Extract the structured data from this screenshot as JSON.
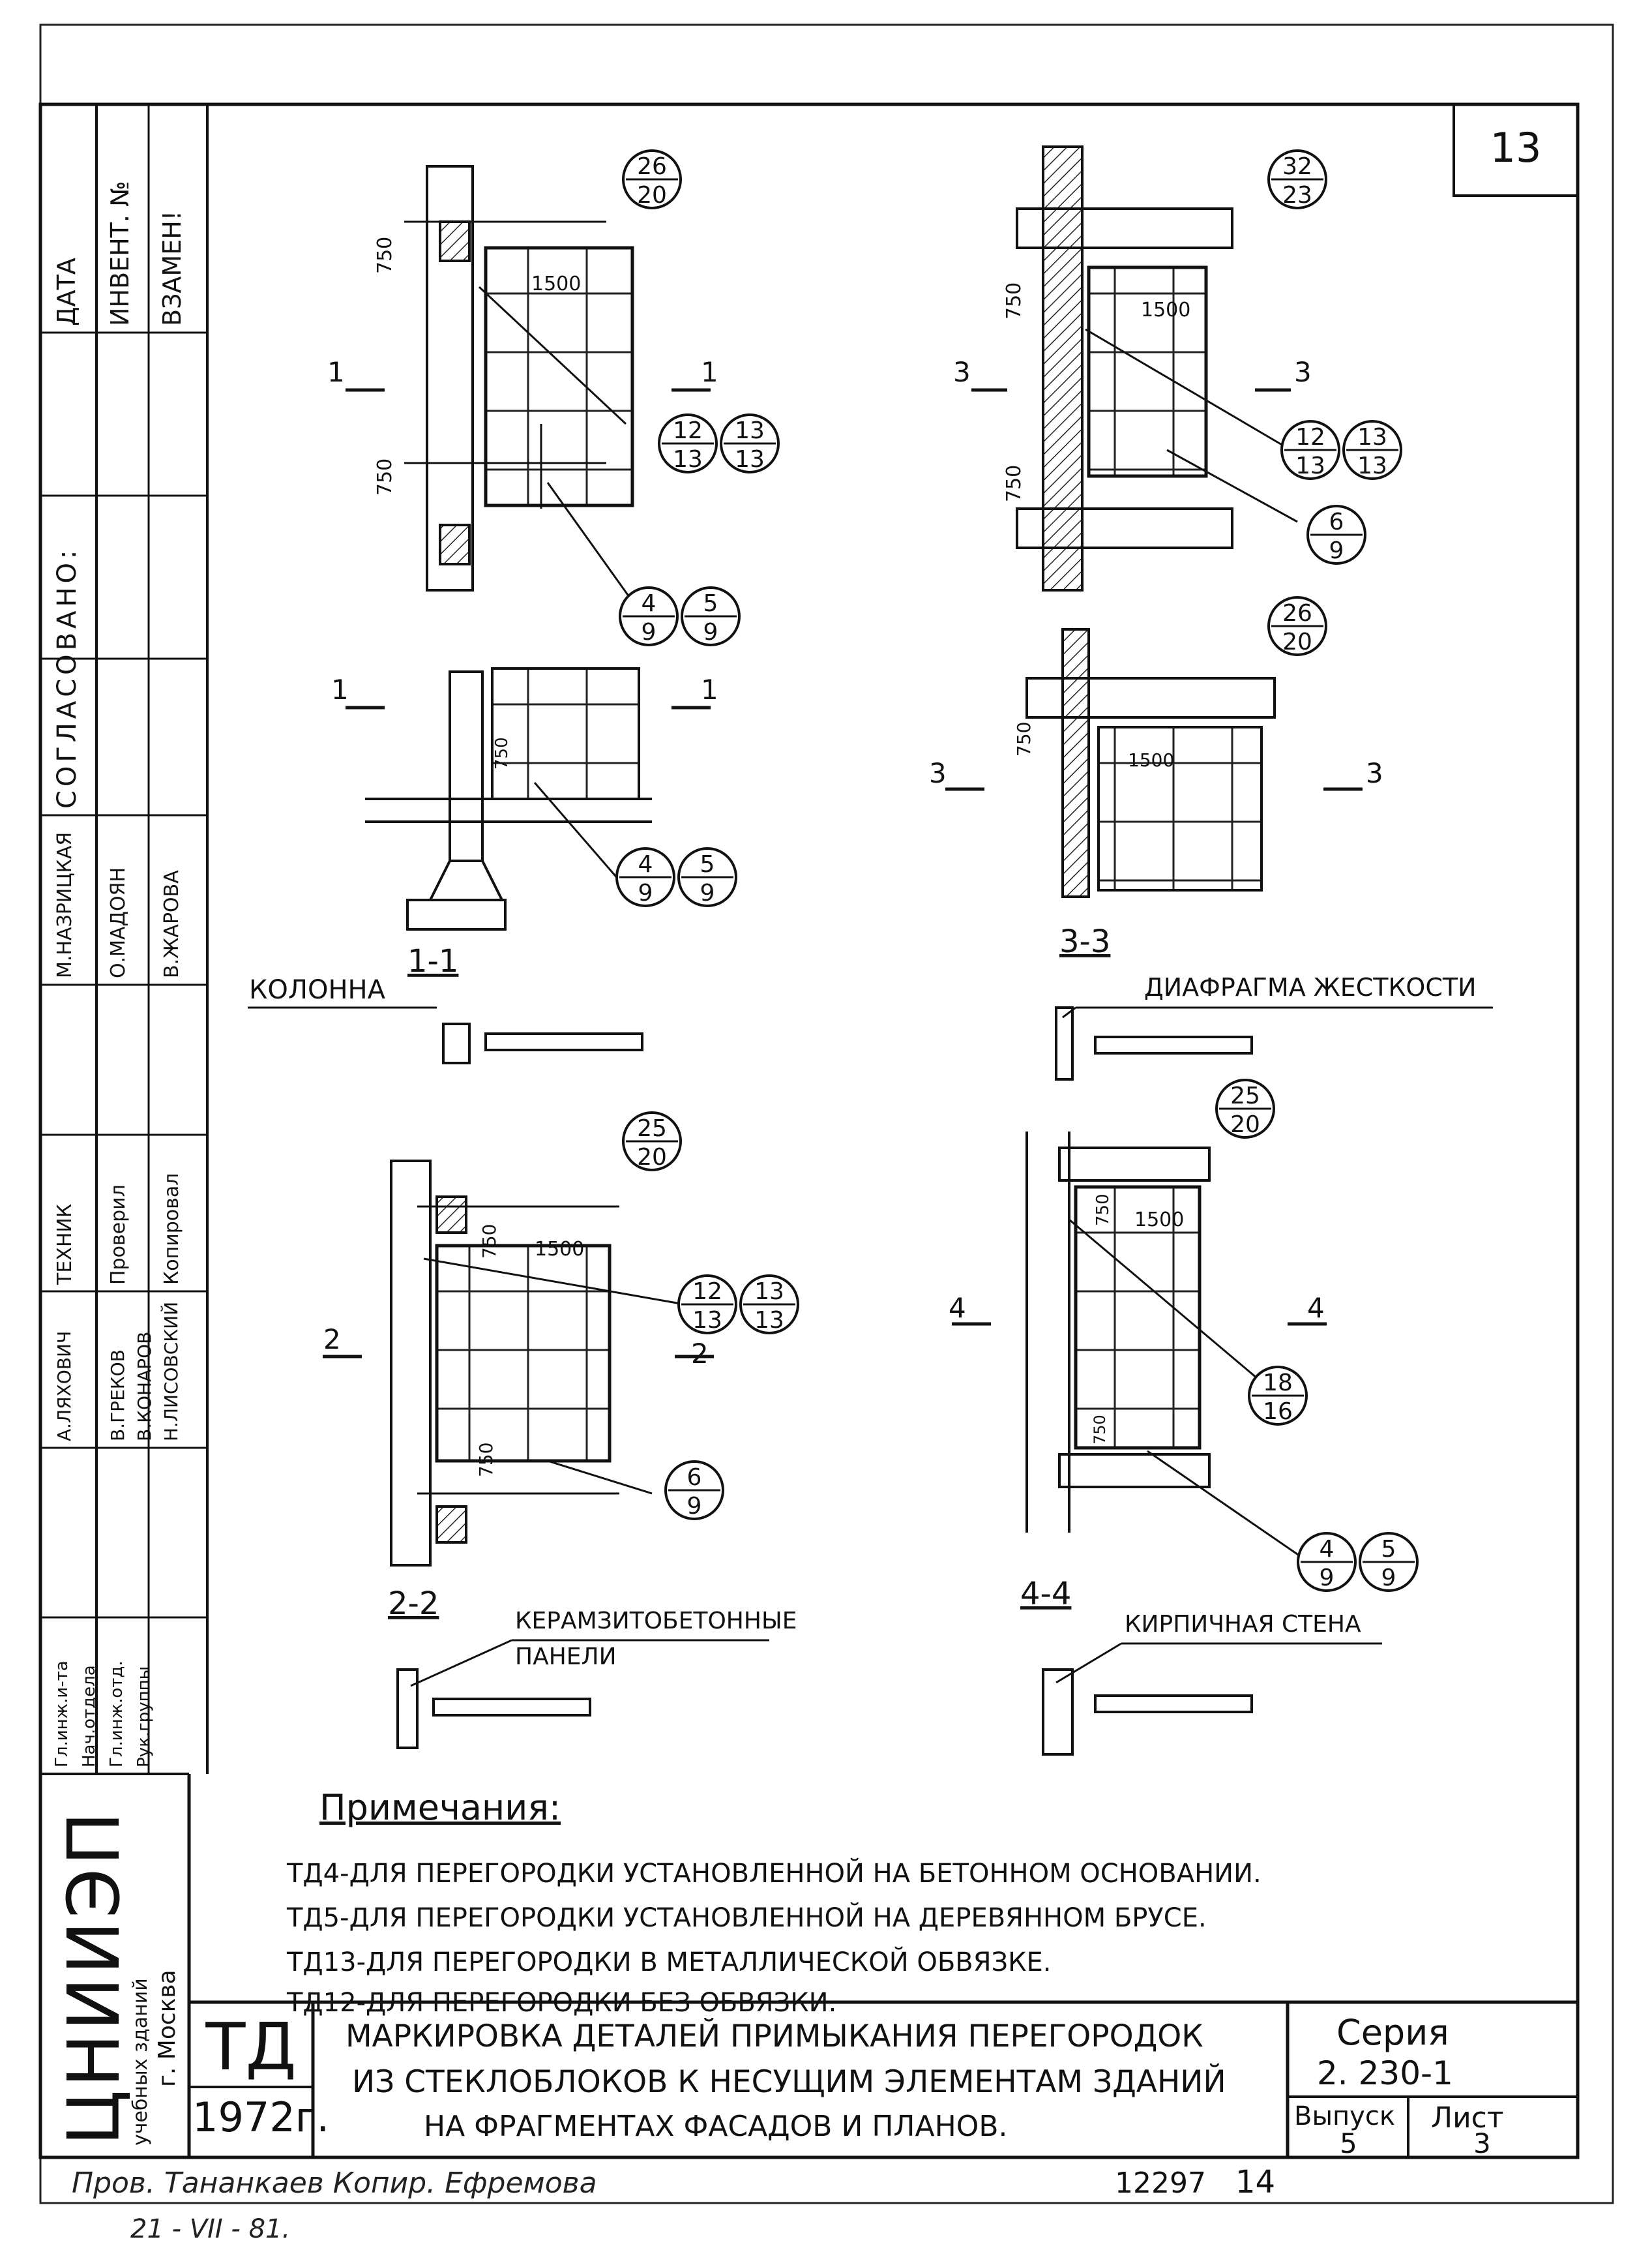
{
  "sheet_number": "13",
  "side_stamp": {
    "data": "ДАТА",
    "invent": "ИНВЕНТ. №",
    "vzamen": "ВЗАМЕН!",
    "soglasovano": "СОГЛАСОВАНО:",
    "names_col1": [
      "М.НАЗРИЦКАЯ",
      "В.ГРЕКОВ",
      "А.ЛЯХОВИЧ",
      "Гл.инж.и-та"
    ],
    "roles": [
      "ТЕХНИК",
      "Проверил",
      "Копировал"
    ],
    "names_col2": [
      "О.МАДОЯН",
      "В.КОНАРОВ",
      "Нач.отдела"
    ],
    "names_col3": [
      "В.ЖАРОВА",
      "Н.ЛИСОВСКИЙ",
      "Гл.инж.отд.",
      "Рук.группы"
    ],
    "org": "ЦНИИЭП",
    "org_sub": "учебных зданий",
    "org_city": "г. Москва"
  },
  "views": {
    "v11": {
      "caption": "1-1",
      "dim_750a": "750",
      "dim_750b": "750",
      "dim_1500": "1500",
      "dim_750c": "750",
      "sec_mark": "1",
      "callouts": [
        {
          "top": "26",
          "bottom": "20"
        },
        {
          "top": "12",
          "bottom": "13"
        },
        {
          "top": "13",
          "bottom": "13"
        },
        {
          "top": "4",
          "bottom": "9"
        },
        {
          "top": "5",
          "bottom": "9"
        },
        {
          "top": "4",
          "bottom": "9"
        },
        {
          "top": "5",
          "bottom": "9"
        }
      ]
    },
    "v33": {
      "caption": "3-3",
      "dim_750a": "750",
      "dim_750b": "750",
      "dim_1500": "1500",
      "dim_750c": "750",
      "dim_1500b": "1500",
      "sec_mark": "3",
      "callouts": [
        {
          "top": "32",
          "bottom": "23"
        },
        {
          "top": "12",
          "bottom": "13"
        },
        {
          "top": "13",
          "bottom": "13"
        },
        {
          "top": "6",
          "bottom": "9"
        },
        {
          "top": "26",
          "bottom": "20"
        }
      ]
    },
    "v22": {
      "caption": "2-2",
      "dim_750a": "750",
      "dim_1500": "1500",
      "dim_750b": "750",
      "sec_mark": "2",
      "callouts": [
        {
          "top": "25",
          "bottom": "20"
        },
        {
          "top": "12",
          "bottom": "13"
        },
        {
          "top": "13",
          "bottom": "13"
        },
        {
          "top": "6",
          "bottom": "9"
        }
      ]
    },
    "v44": {
      "caption": "4-4",
      "dim_750a": "750",
      "dim_1500": "1500",
      "dim_750b": "750",
      "sec_mark": "4",
      "callouts": [
        {
          "top": "25",
          "bottom": "20"
        },
        {
          "top": "18",
          "bottom": "16"
        },
        {
          "top": "4",
          "bottom": "9"
        },
        {
          "top": "5",
          "bottom": "9"
        }
      ]
    }
  },
  "legends": {
    "kolonna": "КОЛОННА",
    "diafragma": "ДИАФРАГМА ЖЕСТКОСТИ",
    "keramzit_1": "КЕРАМЗИТОБЕТОННЫЕ",
    "keramzit_2": "ПАНЕЛИ",
    "kirpich": "КИРПИЧНАЯ СТЕНА"
  },
  "notes": {
    "heading": "Примечания:",
    "lines": [
      "ТД4-ДЛЯ ПЕРЕГОРОДКИ УСТАНОВЛЕННОЙ НА БЕТОННОМ ОСНОВАНИИ.",
      "ТД5-ДЛЯ ПЕРЕГОРОДКИ УСТАНОВЛЕННОЙ НА ДЕРЕВЯННОМ БРУСЕ.",
      "ТД13-ДЛЯ ПЕРЕГОРОДКИ В МЕТАЛЛИЧЕСКОЙ ОБВЯЗКЕ.",
      "ТД12-ДЛЯ ПЕРЕГОРОДКИ БЕЗ ОБВЯЗКИ."
    ]
  },
  "title_block": {
    "code": "ТД",
    "year": "1972г.",
    "title_lines": [
      "МАРКИРОВКА ДЕТАЛЕЙ ПРИМЫКАНИЯ ПЕРЕГОРОДОК",
      "ИЗ СТЕКЛОБЛОКОВ К НЕСУЩИМ ЭЛЕМЕНТАМ ЗДАНИЙ",
      "НА ФРАГМЕНТАХ ФАСАДОВ И ПЛАНОВ."
    ],
    "seria_label": "Серия",
    "seria_value": "2. 230-1",
    "vypusk_label": "Выпуск",
    "vypusk_value": "5",
    "list_label": "Лист",
    "list_value": "3"
  },
  "footer": {
    "prov": "Пров. Тананкаев  Копир. Ефремова",
    "date": "21 - VII - 81.",
    "order_number": "12297",
    "page_number": "14"
  }
}
